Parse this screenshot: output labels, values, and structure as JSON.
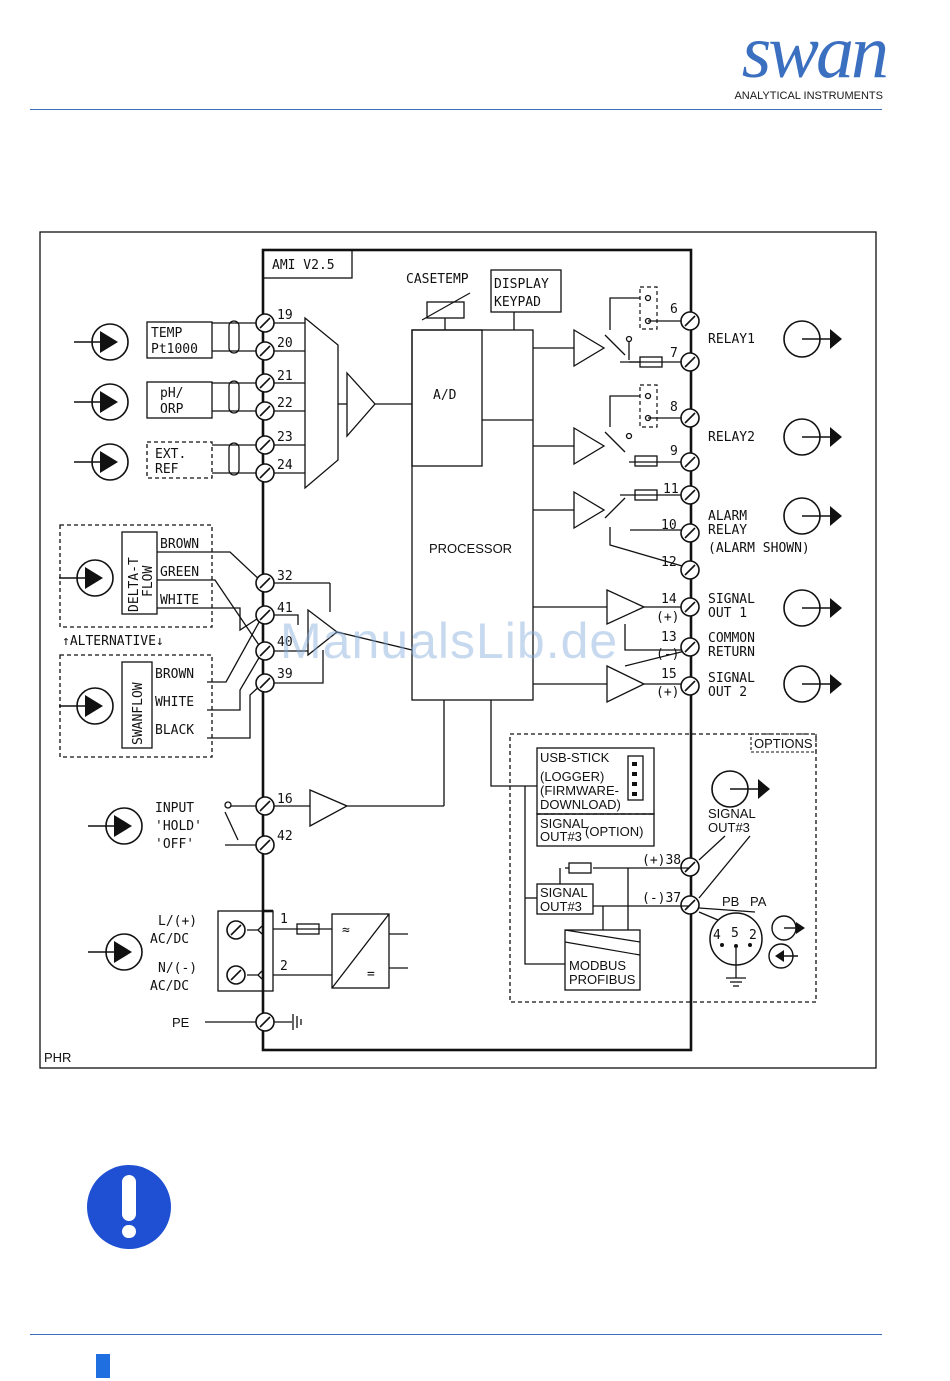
{
  "brand": {
    "logo": "swan",
    "tagline": "ANALYTICAL INSTRUMENTS",
    "accent_color": "#3b6fc0",
    "notice_color": "#1f4fd3"
  },
  "watermark": "ManualsLib.de",
  "diagram": {
    "model": "AMI V2.5",
    "corner_label": "PHR",
    "casetemp": "CASETEMP",
    "display_line1": "DISPLAY",
    "display_line2": "KEYPAD",
    "ad": "A/D",
    "processor": "PROCESSOR",
    "sensors": {
      "temp_line1": "TEMP",
      "temp_line2": "Pt1000",
      "ph_line1": "pH/",
      "ph_line2": "ORP",
      "ext_line1": "EXT.",
      "ext_line2": "REF"
    },
    "flow": {
      "deltat_line1": "DELTA-T",
      "deltat_line2": "FLOW",
      "swanflow": "SWANFLOW",
      "alternative": "ALTERNATIVE",
      "wire_brown": "BROWN",
      "wire_green": "GREEN",
      "wire_white": "WHITE",
      "wire_black": "BLACK"
    },
    "input_label": "INPUT",
    "input_hold": "'HOLD'",
    "input_off": "'OFF'",
    "power": {
      "l_label": "L/(+)",
      "n_label": "N/(-)",
      "acdc": "AC/DC",
      "pe": "PE",
      "t1": "1",
      "t2": "2"
    },
    "terminals": {
      "t19": "19",
      "t20": "20",
      "t21": "21",
      "t22": "22",
      "t23": "23",
      "t24": "24",
      "t32": "32",
      "t41": "41",
      "t40": "40",
      "t39": "39",
      "t16": "16",
      "t42": "42",
      "t6": "6",
      "t7": "7",
      "t8": "8",
      "t9": "9",
      "t11": "11",
      "t10": "10",
      "t12": "12",
      "t14": "14",
      "t13": "13",
      "t15": "15",
      "t38": "38",
      "t37": "37"
    },
    "outputs": {
      "relay1": "RELAY1",
      "relay2": "RELAY2",
      "alarm_line1": "ALARM",
      "alarm_line2": "RELAY",
      "alarm_line3": "(ALARM SHOWN)",
      "signal_out1_line1": "SIGNAL",
      "signal_out1_line2": "OUT 1",
      "common_line1": "COMMON",
      "common_line2": "RETURN",
      "signal_out2_line1": "SIGNAL",
      "signal_out2_line2": "OUT 2",
      "plus": "(+)",
      "minus": "(-)"
    },
    "options": {
      "title": "OPTIONS",
      "usb_line1": "USB-STICK",
      "usb_line2": "(LOGGER)",
      "usb_line3": "(FIRMWARE-",
      "usb_line4": "DOWNLOAD)",
      "sig3_line1": "SIGNAL",
      "sig3_line2": "OUT#3",
      "sig3_option": "(OPTION)",
      "sig3b_line1": "SIGNAL",
      "sig3b_line2": "OUT#3",
      "modbus_line1": "MODBUS",
      "modbus_line2": "PROFIBUS",
      "t38_label": "(+)38",
      "t37_label": "(-)37",
      "ext_sig_line1": "SIGNAL",
      "ext_sig_line2": "OUT#3",
      "pb": "PB",
      "pa": "PA",
      "pin4": "4",
      "pin5": "5",
      "pin2": "2"
    }
  }
}
